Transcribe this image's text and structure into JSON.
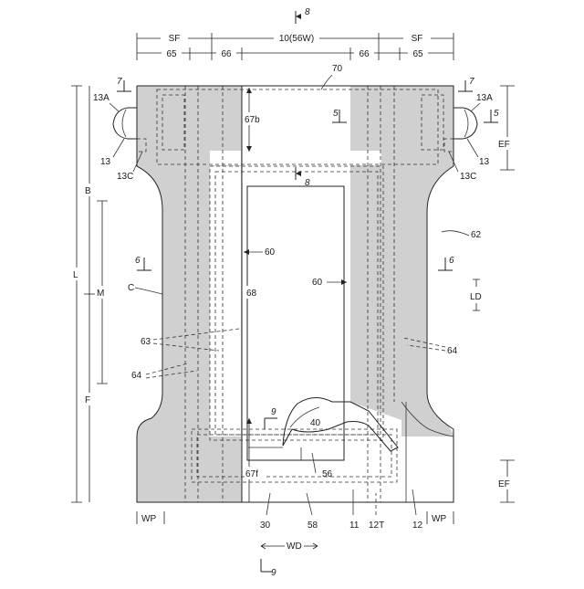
{
  "labels": {
    "sf_left": "SF",
    "ten": "10(56W)",
    "sf_right": "SF",
    "d65_left": "65",
    "d66_left": "66",
    "d66_right": "66",
    "d65_right": "65",
    "section8_top": "8",
    "section8_mid": "8",
    "l70": "70",
    "l7_left": "7",
    "l7_right": "7",
    "l13A_left": "13A",
    "l13A_right": "13A",
    "l13_left": "13",
    "l13_right": "13",
    "l13C_left": "13C",
    "l13C_right": "13C",
    "l5_mid": "5",
    "l5_right": "5",
    "l67b": "67b",
    "EF_top": "EF",
    "L": "L",
    "B": "B",
    "M": "M",
    "F": "F",
    "C": "C",
    "l60a": "60",
    "l60b": "60",
    "l62": "62",
    "l6_left": "6",
    "l6_right": "6",
    "LD": "LD",
    "l68": "68",
    "l63": "63",
    "l64_left": "64",
    "l64_right": "64",
    "l9_top": "9",
    "l40": "40",
    "l67f": "67f",
    "l56": "56",
    "EF_bottom": "EF",
    "WP_left": "WP",
    "WP_right": "WP",
    "l30": "30",
    "l58": "58",
    "l11": "11",
    "l12T": "12T",
    "l12": "12",
    "WD": "WD",
    "l9_bottom": "9"
  }
}
